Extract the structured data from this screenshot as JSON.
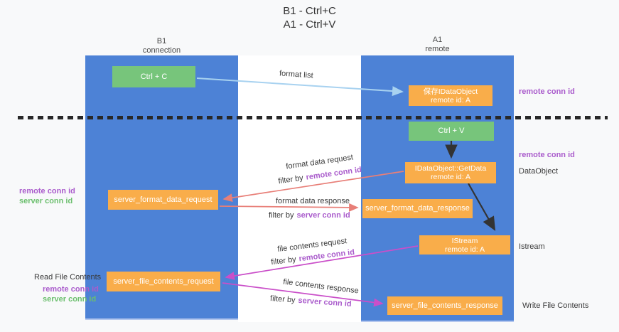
{
  "title": {
    "line1": "B1 - Ctrl+C",
    "line2": "A1 - Ctrl+V"
  },
  "columns": {
    "left": {
      "title": "B1",
      "subtitle": "connection"
    },
    "right": {
      "title": "A1",
      "subtitle": "remote"
    }
  },
  "nodes": {
    "ctrl_c": "Ctrl + C",
    "ctrl_v": "Ctrl + V",
    "save_idataobject": {
      "line1": "保存IDataObject",
      "line2": "remote id: A"
    },
    "getdata": {
      "line1": "IDataObject::GetData",
      "line2": "remote id: A"
    },
    "istream": {
      "line1": "IStream",
      "line2": "remote id: A"
    },
    "format_request": "server_format_data_request",
    "format_response": "server_format_data_response",
    "file_request": "server_file_contents_request",
    "file_response": "server_file_contents_response"
  },
  "flow": {
    "format_list": "format list",
    "format_data_request": "format data request",
    "format_data_response": "format data response",
    "file_contents_request": "file contents request",
    "file_contents_response": "file contents response",
    "filter_by": "filter by",
    "remote_conn_id": "remote conn id",
    "server_conn_id": "server conn id"
  },
  "side": {
    "remote_conn_id": "remote conn id",
    "server_conn_id": "server conn id",
    "dataobject": "DataObject",
    "istream": "Istream",
    "read_file_contents": "Read File Contents",
    "write_file_contents": "Write File Contents"
  },
  "colors": {
    "column_blue": "#4d82d6",
    "green_box": "#77c57b",
    "orange_box": "#f9ad4a",
    "purple_text": "#aa5ccc",
    "green_text": "#6cbf6e",
    "red_arrow": "#e87f78",
    "magenta_arrow": "#ca4fc9",
    "light_blue_arrow": "#a8d2f0",
    "black_arrow": "#333333"
  }
}
